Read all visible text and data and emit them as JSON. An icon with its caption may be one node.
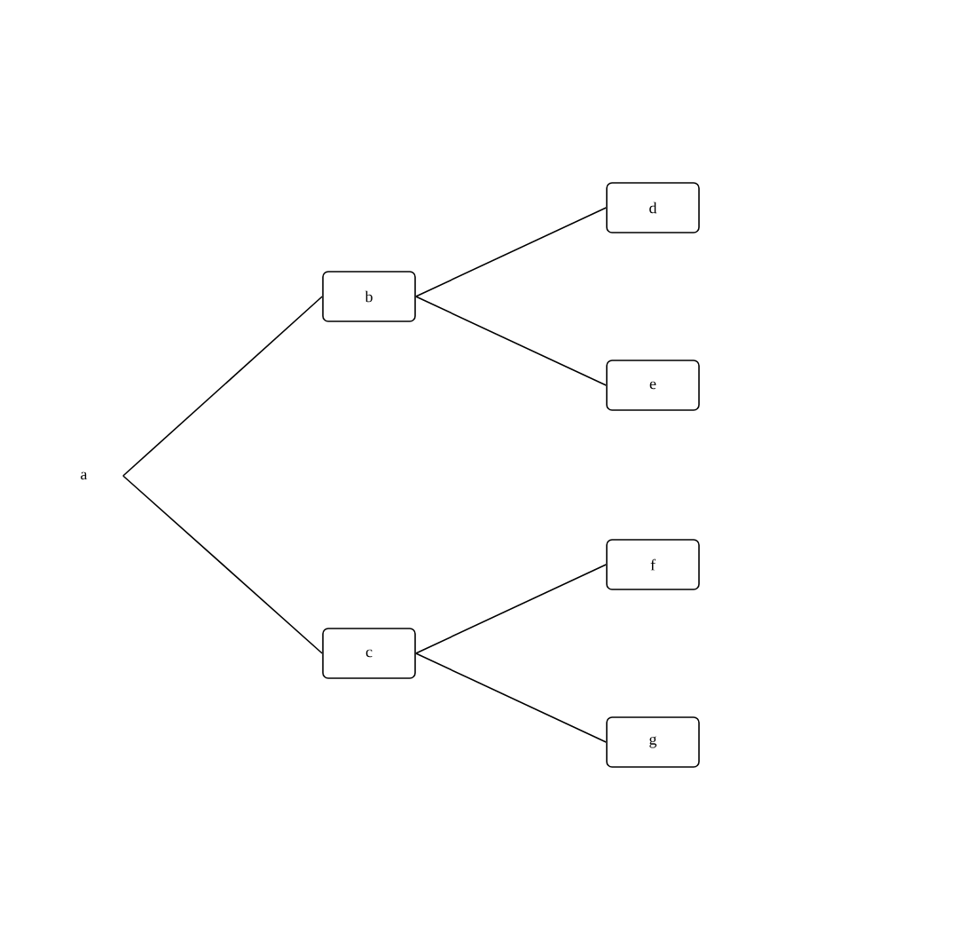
{
  "diagram": {
    "nodes": [
      {
        "text": [
          "a"
        ]
      },
      {
        "text": [
          "b"
        ]
      },
      {
        "text": [
          "c"
        ]
      },
      {
        "text": [
          "d"
        ]
      },
      {
        "text": [
          "e"
        ]
      },
      {
        "text": [
          "f"
        ]
      },
      {
        "text": [
          "g"
        ]
      }
    ],
    "edges": [
      {
        "from": 0,
        "to": 1,
        "arrow": "none"
      },
      {
        "from": 0,
        "to": 2,
        "arrow": "none"
      },
      {
        "from": 1,
        "to": 3,
        "arrow": "none"
      },
      {
        "from": 1,
        "to": 4,
        "arrow": "none"
      },
      {
        "from": 2,
        "to": 5,
        "arrow": "none"
      },
      {
        "from": 2,
        "to": 6,
        "arrow": "none"
      }
    ]
  }
}
